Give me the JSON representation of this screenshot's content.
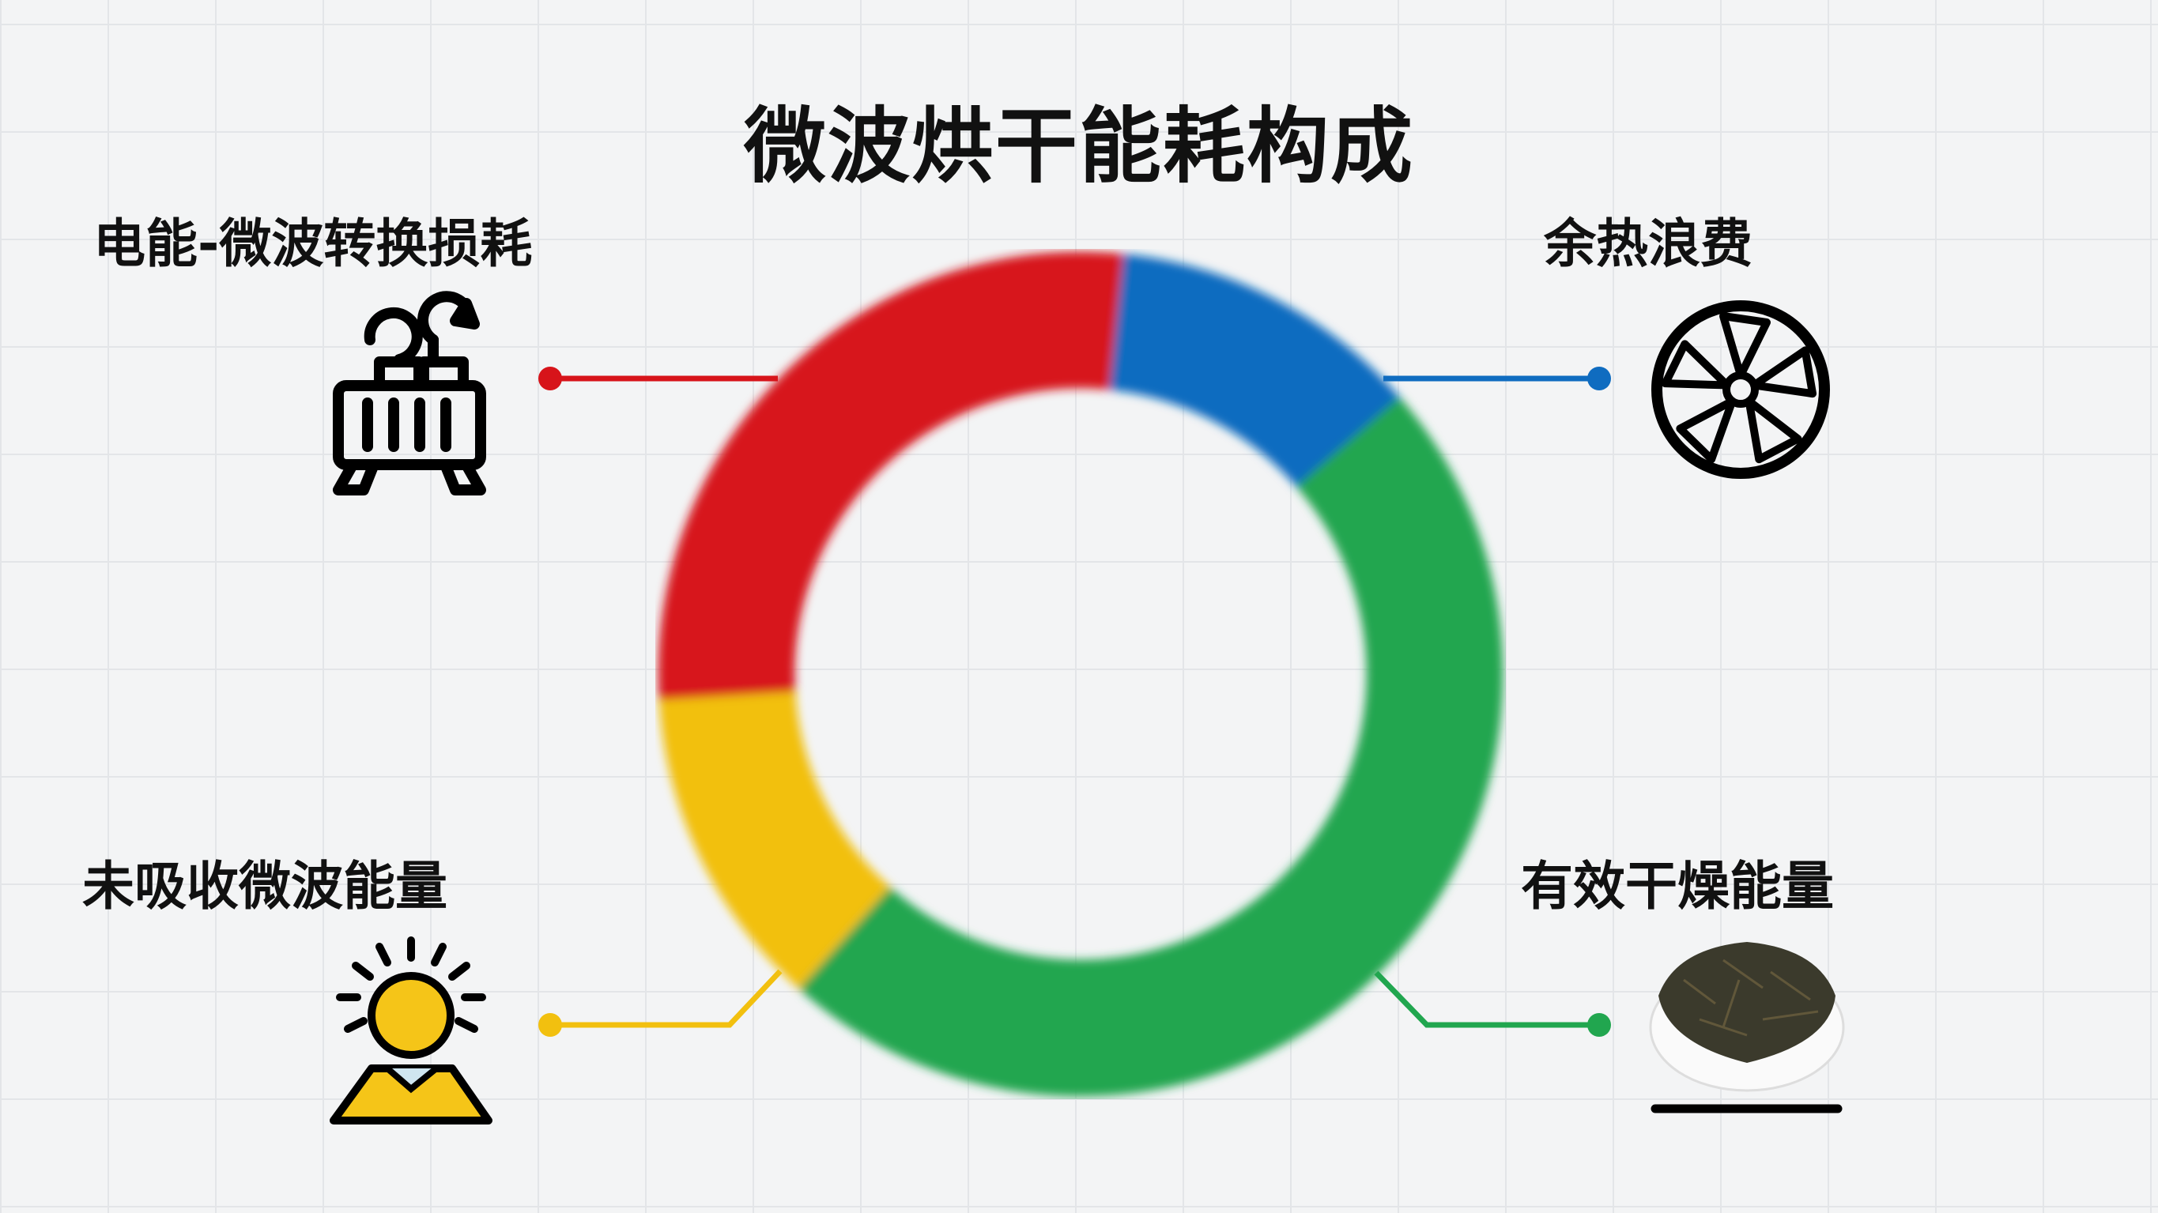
{
  "chart_data": {
    "type": "pie",
    "style": "donut",
    "title": "微波烘干能耗构成",
    "categories": [
      "电能-微波转换损耗",
      "余热浪费",
      "有效干燥能量",
      "未吸收微波能量"
    ],
    "values": [
      28,
      12,
      48,
      12
    ],
    "colors": [
      "#d7141a",
      "#0f6cc0",
      "#21a64f",
      "#f2c00f"
    ],
    "legend": "callouts at four corners"
  }
}
